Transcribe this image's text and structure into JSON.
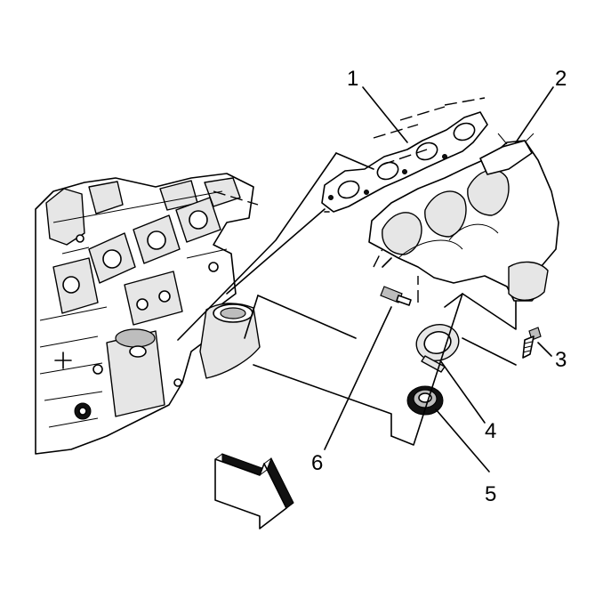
{
  "callouts": [
    {
      "id": "1",
      "text": "1"
    },
    {
      "id": "2",
      "text": "2"
    },
    {
      "id": "3",
      "text": "3"
    },
    {
      "id": "4",
      "text": "4"
    },
    {
      "id": "5",
      "text": "5"
    },
    {
      "id": "6",
      "text": "6"
    }
  ],
  "icons": {
    "direction": "front-of-vehicle-arrow-icon"
  }
}
